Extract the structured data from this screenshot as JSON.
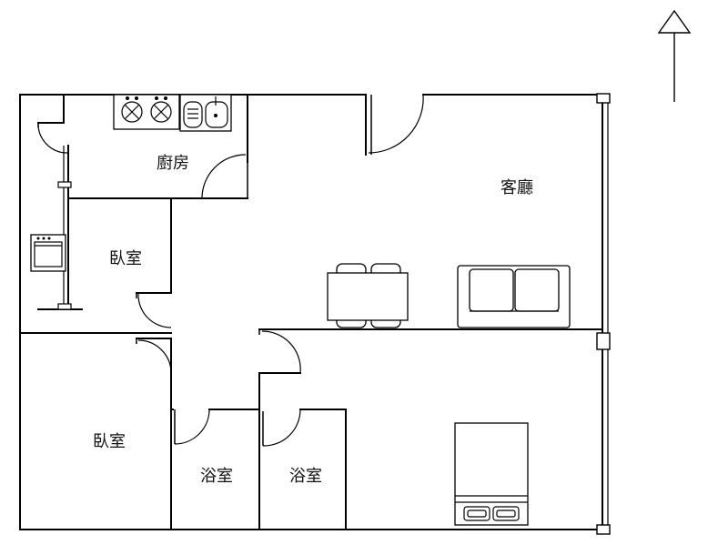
{
  "rooms": {
    "kitchen": "廚房",
    "living_room": "客廳",
    "bedroom_small": "臥室",
    "bedroom_large": "臥室",
    "bathroom_1": "浴室",
    "bathroom_2": "浴室"
  },
  "icons": {
    "north_arrow": "north-arrow-icon",
    "stove": "stove-icon",
    "sink": "sink-icon",
    "oven": "oven-icon",
    "dining_table": "dining-table-icon",
    "sofa": "sofa-icon",
    "bed": "bed-icon"
  },
  "colors": {
    "line": "#000000",
    "background": "#ffffff"
  }
}
